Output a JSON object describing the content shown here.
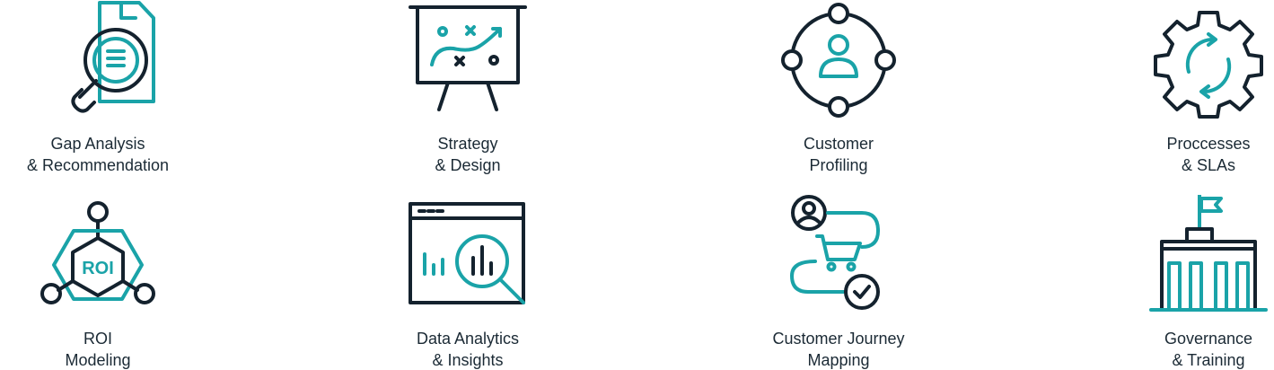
{
  "colors": {
    "dark": "#14222e",
    "teal": "#1aa3a8",
    "text": "#1b2a35"
  },
  "services": [
    {
      "icon": "gap-analysis-icon",
      "line1": "Gap Analysis",
      "line2": "& Recommendation"
    },
    {
      "icon": "strategy-board-icon",
      "line1": "Strategy",
      "line2": "& Design"
    },
    {
      "icon": "customer-profile-icon",
      "line1": "Customer",
      "line2": "Profiling"
    },
    {
      "icon": "gear-cycle-icon",
      "line1": "Proccesses",
      "line2": "& SLAs"
    },
    {
      "icon": "roi-hexagon-icon",
      "line1": "ROI",
      "line2": "Modeling",
      "icon_text": "ROI"
    },
    {
      "icon": "data-analytics-icon",
      "line1": "Data Analytics",
      "line2": "& Insights"
    },
    {
      "icon": "customer-journey-icon",
      "line1": "Customer Journey",
      "line2": "Mapping"
    },
    {
      "icon": "governance-building-icon",
      "line1": "Governance",
      "line2": "& Training"
    }
  ]
}
